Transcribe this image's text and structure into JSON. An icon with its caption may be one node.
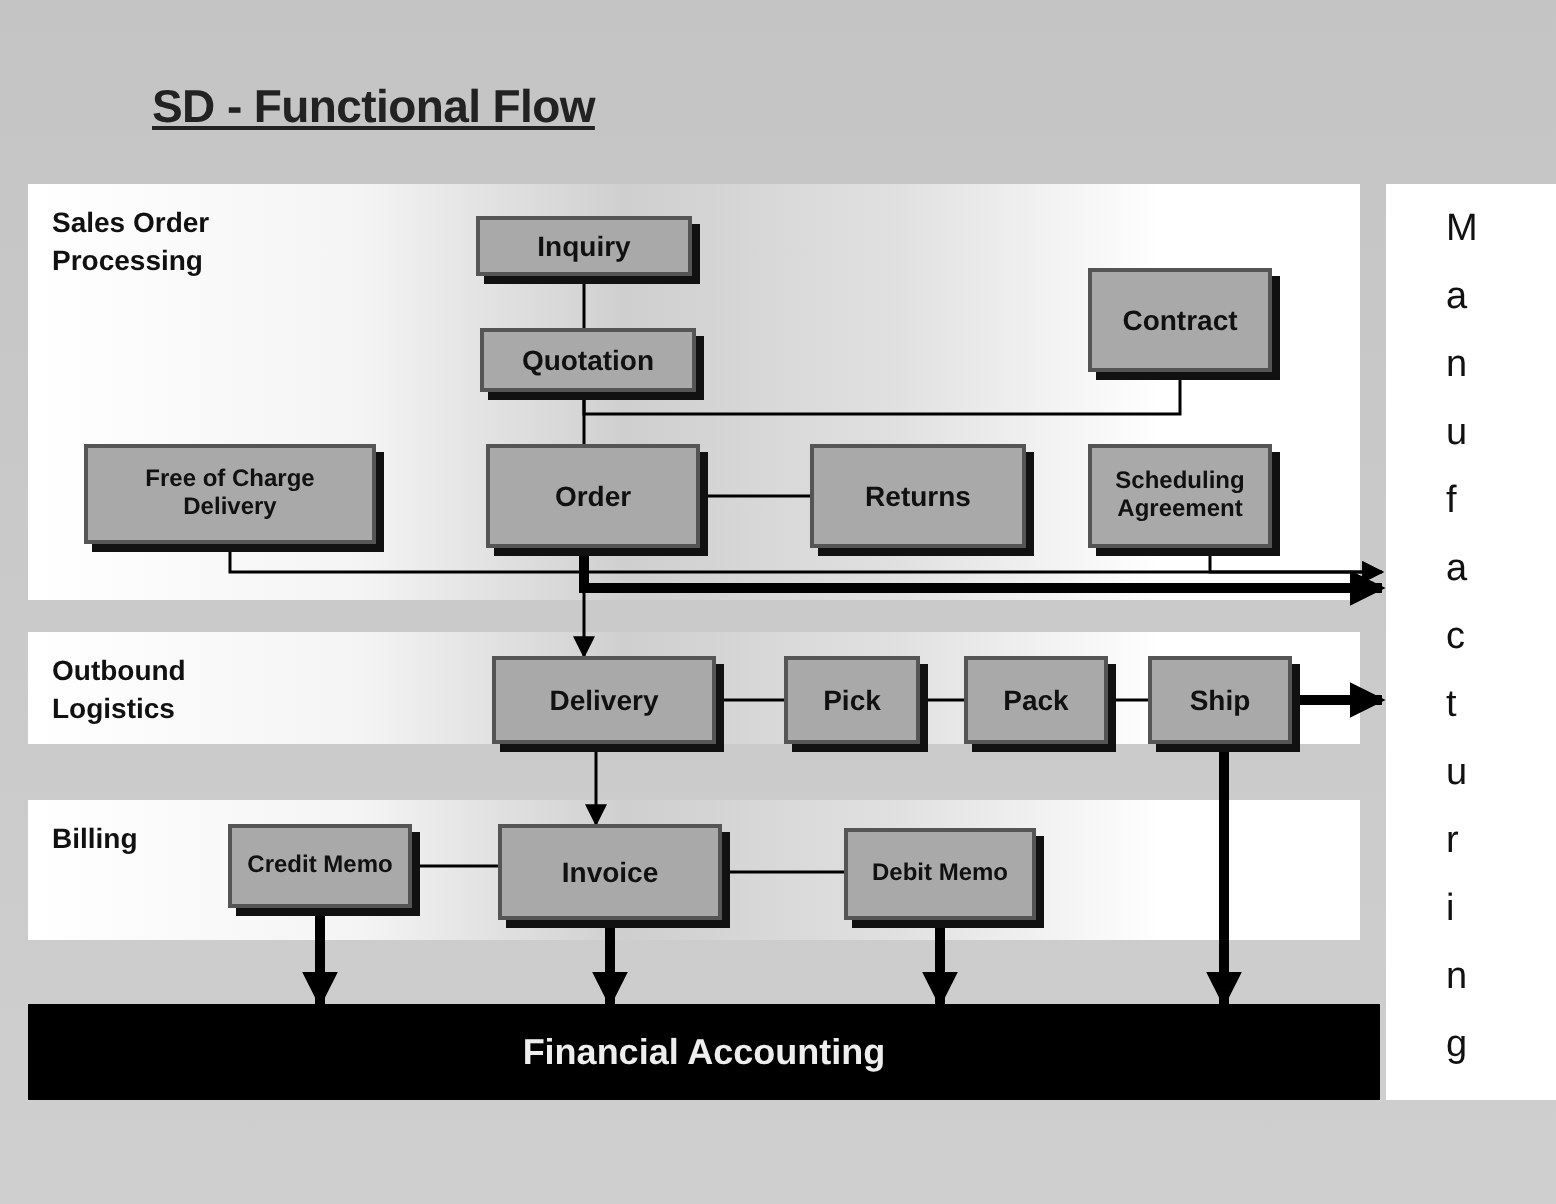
{
  "diagram": {
    "title": "SD - Functional Flow",
    "nodes": [
      {
        "text": [
          "Sales Order Processing"
        ]
      },
      {
        "text": [
          "Inquiry"
        ],
        "in": 0
      },
      {
        "text": [
          "Quotation"
        ],
        "in": 0
      },
      {
        "text": [
          "Contract"
        ],
        "in": 0
      },
      {
        "text": [
          "Free of Charge Delivery"
        ],
        "in": 0
      },
      {
        "text": [
          "Order"
        ],
        "in": 0
      },
      {
        "text": [
          "Returns"
        ],
        "in": 0
      },
      {
        "text": [
          "Scheduling Agreement"
        ],
        "in": 0
      },
      {
        "text": [
          "Outbound Logistics"
        ]
      },
      {
        "text": [
          "Delivery"
        ],
        "in": 8
      },
      {
        "text": [
          "Pick"
        ],
        "in": 8
      },
      {
        "text": [
          "Pack"
        ],
        "in": 8
      },
      {
        "text": [
          "Ship"
        ],
        "in": 8
      },
      {
        "text": [
          "Billing"
        ]
      },
      {
        "text": [
          "Credit Memo"
        ],
        "in": 13
      },
      {
        "text": [
          "Invoice"
        ],
        "in": 13
      },
      {
        "text": [
          "Debit Memo"
        ],
        "in": 13
      },
      {
        "text": [
          "Financial Accounting"
        ]
      },
      {
        "text": [
          "Manufacturing"
        ]
      }
    ],
    "edges": [
      {
        "from": 1,
        "to": 2,
        "arrow": "none"
      },
      {
        "from": 2,
        "to": 5,
        "arrow": "none"
      },
      {
        "from": 2,
        "to": 3,
        "arrow": "none"
      },
      {
        "from": 5,
        "to": 6,
        "arrow": "none"
      },
      {
        "from": 4,
        "to": 18,
        "arrow": "to"
      },
      {
        "from": 7,
        "to": 18,
        "arrow": "to"
      },
      {
        "from": 5,
        "to": 18,
        "arrow": "to",
        "style": "thick"
      },
      {
        "from": 5,
        "to": 9,
        "arrow": "to"
      },
      {
        "from": 9,
        "to": 10,
        "arrow": "none"
      },
      {
        "from": 10,
        "to": 11,
        "arrow": "none"
      },
      {
        "from": 11,
        "to": 12,
        "arrow": "none"
      },
      {
        "from": 12,
        "to": 18,
        "arrow": "to",
        "style": "thick"
      },
      {
        "from": 9,
        "to": 15,
        "arrow": "to"
      },
      {
        "from": 14,
        "to": 15,
        "arrow": "none"
      },
      {
        "from": 15,
        "to": 16,
        "arrow": "none"
      },
      {
        "from": 14,
        "to": 17,
        "arrow": "to",
        "style": "thick"
      },
      {
        "from": 15,
        "to": 17,
        "arrow": "to",
        "style": "thick"
      },
      {
        "from": 16,
        "to": 17,
        "arrow": "to",
        "style": "thick"
      },
      {
        "from": 12,
        "to": 17,
        "arrow": "to",
        "style": "thick"
      }
    ]
  }
}
